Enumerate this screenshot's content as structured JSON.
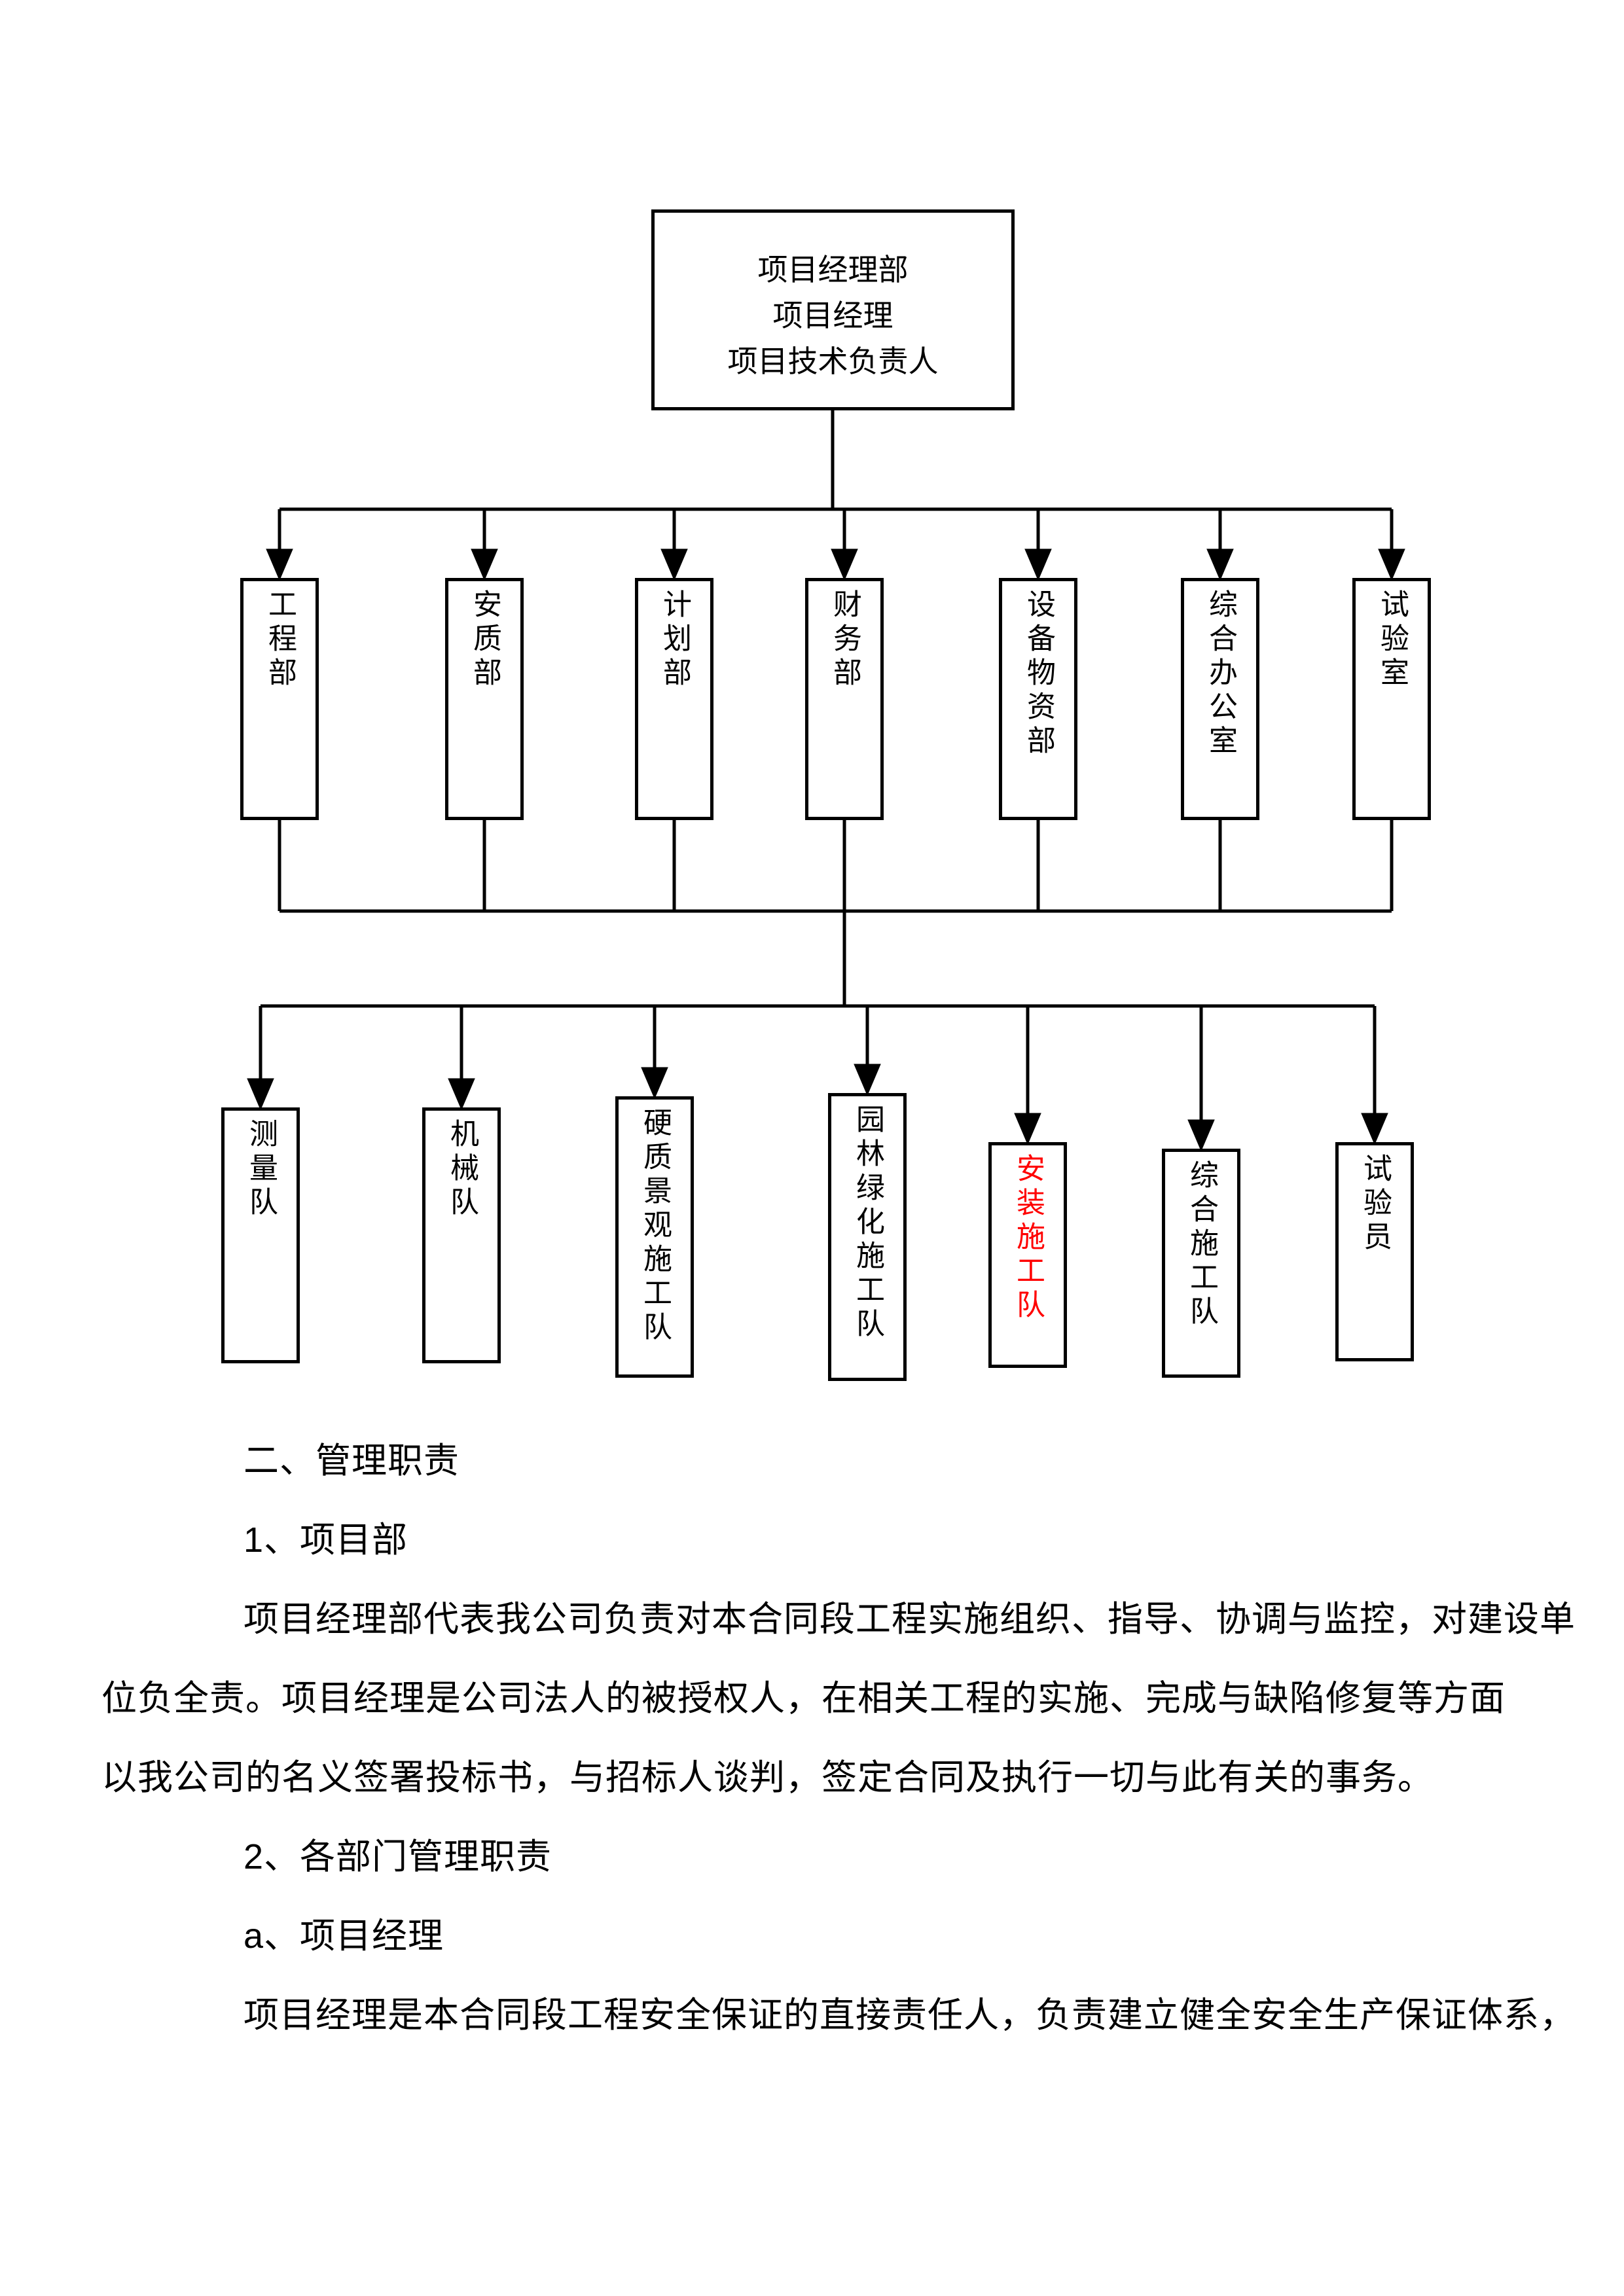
{
  "page": {
    "background": "#ffffff",
    "text_color": "#000000"
  },
  "chart": {
    "line_color": "#000000",
    "highlight_color": "#ff0000",
    "root": {
      "line1": "项目经理部",
      "line2": "项目经理",
      "line3": "项目技术负责人"
    },
    "departments": [
      {
        "label": "工程部"
      },
      {
        "label": "安质部"
      },
      {
        "label": "计划部"
      },
      {
        "label": "财务部"
      },
      {
        "label": "设备物资部"
      },
      {
        "label": "综合办公室"
      },
      {
        "label": "试验室"
      }
    ],
    "teams": [
      {
        "label": "测量队",
        "color": "#000000"
      },
      {
        "label": "机械队",
        "color": "#000000"
      },
      {
        "label": "硬质景观施工队",
        "color": "#000000"
      },
      {
        "label": "园林绿化施工队",
        "color": "#000000"
      },
      {
        "label": "安装施工队",
        "color": "#ff0000"
      },
      {
        "label": "综合施工队",
        "color": "#000000"
      },
      {
        "label": "试验员",
        "color": "#000000"
      }
    ]
  },
  "body": {
    "lines": [
      {
        "text": "二、管理职责"
      },
      {
        "text": "1、项目部"
      },
      {
        "text": "项目经理部代表我公司负责对本合同段工程实施组织、指导、协调与监控，对建设单"
      },
      {
        "text": "位负全责。项目经理是公司法人的被授权人，在相关工程的实施、完成与缺陷修复等方面"
      },
      {
        "text": "以我公司的名义签署投标书，与招标人谈判，签定合同及执行一切与此有关的事务。"
      },
      {
        "text": "2、各部门管理职责"
      },
      {
        "text": "a、项目经理"
      },
      {
        "text": "项目经理是本合同段工程安全保证的直接责任人，负责建立健全安全生产保证体系，"
      }
    ]
  }
}
